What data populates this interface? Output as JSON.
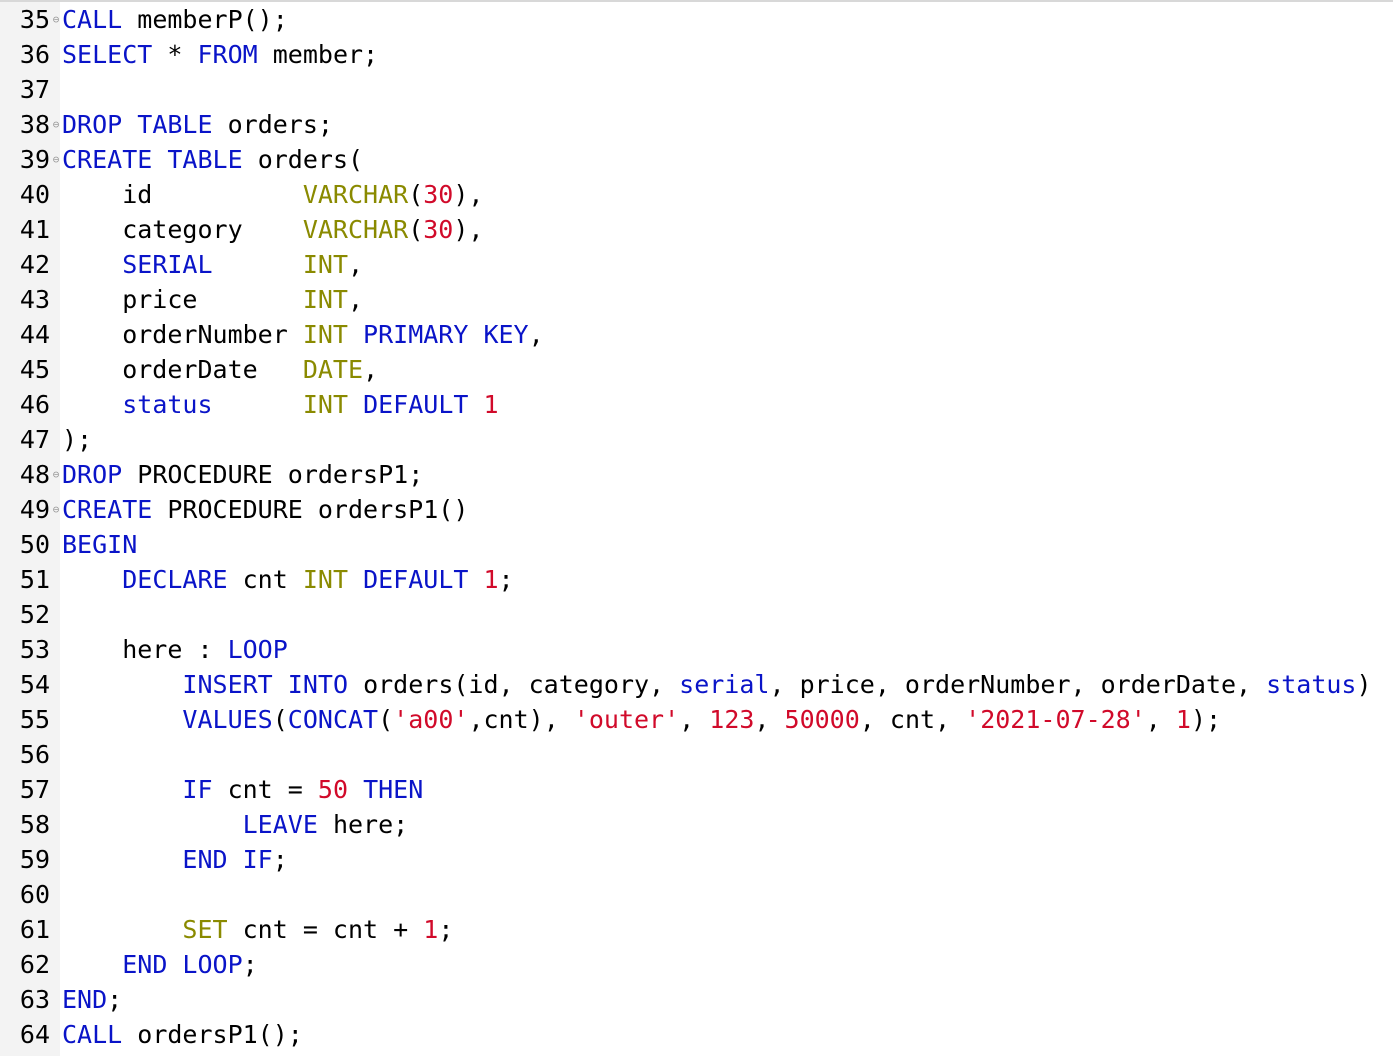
{
  "editor": {
    "colors": {
      "keyword": "#0a14c8",
      "type": "#8a8a00",
      "number": "#d10a2a",
      "string": "#d10a2a",
      "text": "#000000",
      "gutter": "#f3f3f3"
    },
    "fold_icon": "fold-collapse-icon",
    "lines": [
      {
        "n": "35",
        "fold": true,
        "tokens": [
          {
            "t": "kw",
            "v": "CALL"
          },
          {
            "t": "tx",
            "v": " memberP();"
          }
        ]
      },
      {
        "n": "36",
        "fold": false,
        "tokens": [
          {
            "t": "kw",
            "v": "SELECT"
          },
          {
            "t": "tx",
            "v": " * "
          },
          {
            "t": "kw",
            "v": "FROM"
          },
          {
            "t": "tx",
            "v": " member;"
          }
        ]
      },
      {
        "n": "37",
        "fold": false,
        "tokens": []
      },
      {
        "n": "38",
        "fold": true,
        "tokens": [
          {
            "t": "kw",
            "v": "DROP"
          },
          {
            "t": "tx",
            "v": " "
          },
          {
            "t": "kw",
            "v": "TABLE"
          },
          {
            "t": "tx",
            "v": " orders;"
          }
        ]
      },
      {
        "n": "39",
        "fold": true,
        "tokens": [
          {
            "t": "kw",
            "v": "CREATE"
          },
          {
            "t": "tx",
            "v": " "
          },
          {
            "t": "kw",
            "v": "TABLE"
          },
          {
            "t": "tx",
            "v": " orders("
          }
        ]
      },
      {
        "n": "40",
        "fold": false,
        "tokens": [
          {
            "t": "tx",
            "v": "    id          "
          },
          {
            "t": "ty",
            "v": "VARCHAR"
          },
          {
            "t": "tx",
            "v": "("
          },
          {
            "t": "num",
            "v": "30"
          },
          {
            "t": "tx",
            "v": "),"
          }
        ]
      },
      {
        "n": "41",
        "fold": false,
        "tokens": [
          {
            "t": "tx",
            "v": "    category    "
          },
          {
            "t": "ty",
            "v": "VARCHAR"
          },
          {
            "t": "tx",
            "v": "("
          },
          {
            "t": "num",
            "v": "30"
          },
          {
            "t": "tx",
            "v": "),"
          }
        ]
      },
      {
        "n": "42",
        "fold": false,
        "tokens": [
          {
            "t": "tx",
            "v": "    "
          },
          {
            "t": "kw",
            "v": "SERIAL"
          },
          {
            "t": "tx",
            "v": "      "
          },
          {
            "t": "ty",
            "v": "INT"
          },
          {
            "t": "tx",
            "v": ","
          }
        ]
      },
      {
        "n": "43",
        "fold": false,
        "tokens": [
          {
            "t": "tx",
            "v": "    price       "
          },
          {
            "t": "ty",
            "v": "INT"
          },
          {
            "t": "tx",
            "v": ","
          }
        ]
      },
      {
        "n": "44",
        "fold": false,
        "tokens": [
          {
            "t": "tx",
            "v": "    orderNumber "
          },
          {
            "t": "ty",
            "v": "INT"
          },
          {
            "t": "tx",
            "v": " "
          },
          {
            "t": "kw",
            "v": "PRIMARY KEY"
          },
          {
            "t": "tx",
            "v": ","
          }
        ]
      },
      {
        "n": "45",
        "fold": false,
        "tokens": [
          {
            "t": "tx",
            "v": "    orderDate   "
          },
          {
            "t": "ty",
            "v": "DATE"
          },
          {
            "t": "tx",
            "v": ","
          }
        ]
      },
      {
        "n": "46",
        "fold": false,
        "tokens": [
          {
            "t": "tx",
            "v": "    "
          },
          {
            "t": "kw",
            "v": "status"
          },
          {
            "t": "tx",
            "v": "      "
          },
          {
            "t": "ty",
            "v": "INT"
          },
          {
            "t": "tx",
            "v": " "
          },
          {
            "t": "kw",
            "v": "DEFAULT"
          },
          {
            "t": "tx",
            "v": " "
          },
          {
            "t": "num",
            "v": "1"
          }
        ]
      },
      {
        "n": "47",
        "fold": false,
        "tokens": [
          {
            "t": "tx",
            "v": ");"
          }
        ]
      },
      {
        "n": "48",
        "fold": true,
        "tokens": [
          {
            "t": "kw",
            "v": "DROP"
          },
          {
            "t": "tx",
            "v": " PROCEDURE ordersP1;"
          }
        ]
      },
      {
        "n": "49",
        "fold": true,
        "tokens": [
          {
            "t": "kw",
            "v": "CREATE"
          },
          {
            "t": "tx",
            "v": " PROCEDURE ordersP1()"
          }
        ]
      },
      {
        "n": "50",
        "fold": false,
        "tokens": [
          {
            "t": "kw",
            "v": "BEGIN"
          }
        ]
      },
      {
        "n": "51",
        "fold": false,
        "tokens": [
          {
            "t": "tx",
            "v": "    "
          },
          {
            "t": "kw",
            "v": "DECLARE"
          },
          {
            "t": "tx",
            "v": " cnt "
          },
          {
            "t": "ty",
            "v": "INT"
          },
          {
            "t": "tx",
            "v": " "
          },
          {
            "t": "kw",
            "v": "DEFAULT"
          },
          {
            "t": "tx",
            "v": " "
          },
          {
            "t": "num",
            "v": "1"
          },
          {
            "t": "tx",
            "v": ";"
          }
        ]
      },
      {
        "n": "52",
        "fold": false,
        "tokens": []
      },
      {
        "n": "53",
        "fold": false,
        "tokens": [
          {
            "t": "tx",
            "v": "    here : "
          },
          {
            "t": "kw",
            "v": "LOOP"
          }
        ]
      },
      {
        "n": "54",
        "fold": false,
        "tokens": [
          {
            "t": "tx",
            "v": "        "
          },
          {
            "t": "kw",
            "v": "INSERT"
          },
          {
            "t": "tx",
            "v": " "
          },
          {
            "t": "kw",
            "v": "INTO"
          },
          {
            "t": "tx",
            "v": " orders(id, category, "
          },
          {
            "t": "kw",
            "v": "serial"
          },
          {
            "t": "tx",
            "v": ", price, orderNumber, orderDate, "
          },
          {
            "t": "kw",
            "v": "status"
          },
          {
            "t": "tx",
            "v": ")"
          }
        ]
      },
      {
        "n": "55",
        "fold": false,
        "tokens": [
          {
            "t": "tx",
            "v": "        "
          },
          {
            "t": "kw",
            "v": "VALUES"
          },
          {
            "t": "tx",
            "v": "("
          },
          {
            "t": "kw",
            "v": "CONCAT"
          },
          {
            "t": "tx",
            "v": "("
          },
          {
            "t": "str",
            "v": "'a00'"
          },
          {
            "t": "tx",
            "v": ",cnt), "
          },
          {
            "t": "str",
            "v": "'outer'"
          },
          {
            "t": "tx",
            "v": ", "
          },
          {
            "t": "num",
            "v": "123"
          },
          {
            "t": "tx",
            "v": ", "
          },
          {
            "t": "num",
            "v": "50000"
          },
          {
            "t": "tx",
            "v": ", cnt, "
          },
          {
            "t": "str",
            "v": "'2021-07-28'"
          },
          {
            "t": "tx",
            "v": ", "
          },
          {
            "t": "num",
            "v": "1"
          },
          {
            "t": "tx",
            "v": ");"
          }
        ]
      },
      {
        "n": "56",
        "fold": false,
        "tokens": []
      },
      {
        "n": "57",
        "fold": false,
        "tokens": [
          {
            "t": "tx",
            "v": "        "
          },
          {
            "t": "kw",
            "v": "IF"
          },
          {
            "t": "tx",
            "v": " cnt = "
          },
          {
            "t": "num",
            "v": "50"
          },
          {
            "t": "tx",
            "v": " "
          },
          {
            "t": "kw",
            "v": "THEN"
          }
        ]
      },
      {
        "n": "58",
        "fold": false,
        "tokens": [
          {
            "t": "tx",
            "v": "            "
          },
          {
            "t": "kw",
            "v": "LEAVE"
          },
          {
            "t": "tx",
            "v": " here;"
          }
        ]
      },
      {
        "n": "59",
        "fold": false,
        "tokens": [
          {
            "t": "tx",
            "v": "        "
          },
          {
            "t": "kw",
            "v": "END IF"
          },
          {
            "t": "tx",
            "v": ";"
          }
        ]
      },
      {
        "n": "60",
        "fold": false,
        "tokens": []
      },
      {
        "n": "61",
        "fold": false,
        "tokens": [
          {
            "t": "tx",
            "v": "        "
          },
          {
            "t": "ty",
            "v": "SET"
          },
          {
            "t": "tx",
            "v": " cnt = cnt + "
          },
          {
            "t": "num",
            "v": "1"
          },
          {
            "t": "tx",
            "v": ";"
          }
        ]
      },
      {
        "n": "62",
        "fold": false,
        "tokens": [
          {
            "t": "tx",
            "v": "    "
          },
          {
            "t": "kw",
            "v": "END LOOP"
          },
          {
            "t": "tx",
            "v": ";"
          }
        ]
      },
      {
        "n": "63",
        "fold": false,
        "tokens": [
          {
            "t": "kw",
            "v": "END"
          },
          {
            "t": "tx",
            "v": ";"
          }
        ]
      },
      {
        "n": "64",
        "fold": false,
        "tokens": [
          {
            "t": "kw",
            "v": "CALL"
          },
          {
            "t": "tx",
            "v": " ordersP1();"
          }
        ]
      }
    ]
  }
}
